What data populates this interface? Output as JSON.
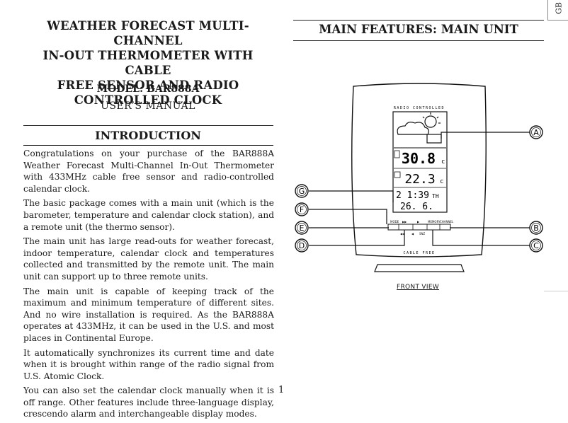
{
  "header": {
    "title_lines": [
      "WEATHER FORECAST MULTI-CHANNEL",
      "IN-OUT THERMOMETER WITH CABLE",
      "FREE SENSOR AND RADIO",
      "CONTROLLED CLOCK"
    ],
    "model": "MODEL: BAR888A",
    "manual": "USER’S MANUAL",
    "language_tab": "GB"
  },
  "introduction": {
    "heading": "INTRODUCTION",
    "paragraphs": [
      "Congratulations on your purchase of the BAR888A Weather Forecast Multi-Channel In-Out Thermometer with 433MHz cable free sensor and radio-controlled calendar clock.",
      "The basic package comes with a main unit (which is the barometer, temperature and calendar clock station), and a remote unit (the thermo sensor).",
      "The main unit has large read-outs for weather forecast, indoor temperature, calendar clock and temperatures collected and transmitted by the remote unit. The main unit can support up to three remote units.",
      "The main unit is capable of keeping track of the maximum and minimum temperature of different sites. And no wire installation is required. As the BAR888A operates at 433MHz, it can be used in the U.S. and most places in Continental Europe.",
      "It automatically synchronizes its current time and date when it is brought within range of the radio signal from U.S. Atomic Clock.",
      "You can also set the calendar clock manually when it is off range. Other features include three-language display, crescendo alarm and interchangeable display modes."
    ]
  },
  "features": {
    "heading": "MAIN FEATURES: MAIN UNIT",
    "device_top_label": "RADIO CONTROLLED",
    "device_bottom_label": "CABLE FREE",
    "display": {
      "outdoor_temp": "30.8",
      "indoor_temp": "22.3",
      "unit": "c",
      "time": "2 1:39",
      "time_suffix": "TH",
      "date": "26. 6."
    },
    "callouts": [
      "A",
      "B",
      "C",
      "D",
      "E",
      "F",
      "G"
    ],
    "caption": "FRONT VIEW"
  },
  "page_number": "1"
}
